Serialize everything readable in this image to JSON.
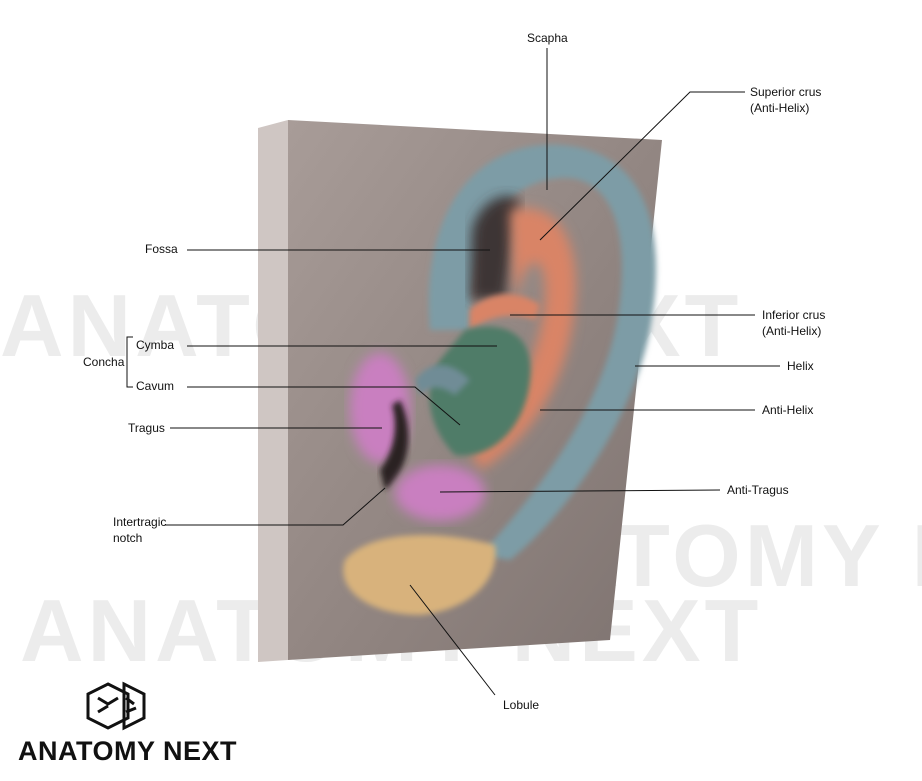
{
  "watermark": "ANATOMY NEXT",
  "logo": {
    "text": "ANATOMY NEXT"
  },
  "labels": {
    "scapha": "Scapha",
    "superior_crus": "Superior crus",
    "superior_crus_sub": "(Anti-Helix)",
    "fossa": "Fossa",
    "inferior_crus": "Inferior crus",
    "inferior_crus_sub": "(Anti-Helix)",
    "concha": "Concha",
    "cymba": "Cymba",
    "cavum": "Cavum",
    "helix": "Helix",
    "tragus": "Tragus",
    "anti_helix": "Anti-Helix",
    "anti_tragus": "Anti-Tragus",
    "intertragic_1": "Intertragic",
    "intertragic_2": "notch",
    "lobule": "Lobule"
  },
  "colors": {
    "helix": "#7d9ca6",
    "anti_helix": "#d98466",
    "concha": "#4f7c68",
    "tragus": "#c97fc0",
    "lobule": "#d8b27c",
    "skin": "#9a8e8a"
  }
}
